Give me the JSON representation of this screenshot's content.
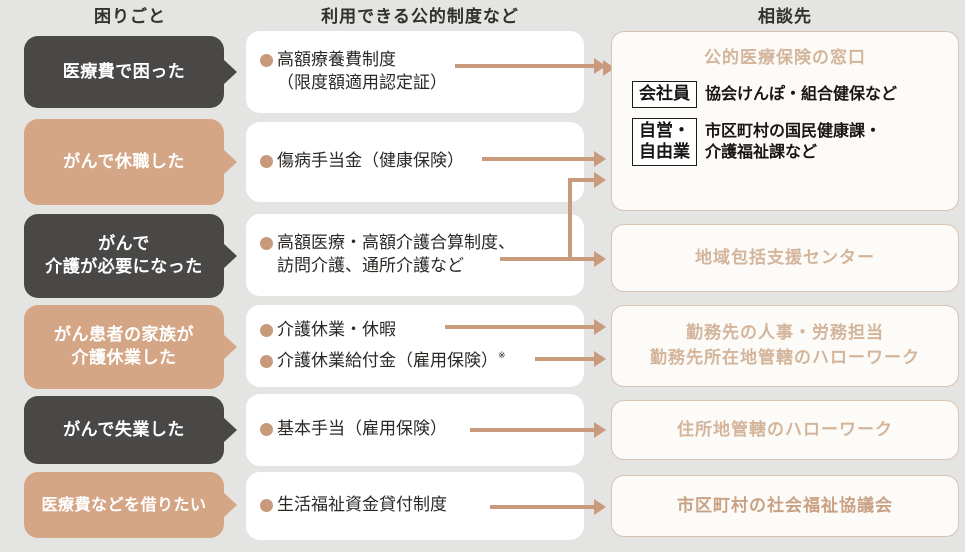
{
  "headers": {
    "trouble": "困りごと",
    "system": "利用できる公的制度など",
    "contact": "相談先"
  },
  "colors": {
    "background": "#e4e4e3",
    "pill_dark": "#4a4846",
    "pill_tan": "#d5a686",
    "card_white": "#ffffff",
    "dest_bg": "#fdfbf8",
    "dest_border": "#d9c4b3",
    "dest_text": "#d3b59c",
    "arrow": "#c99a7c",
    "bullet_dot": "#c79a7b"
  },
  "rows": [
    {
      "trouble": "医療費で困った",
      "trouble_style": "dark",
      "systems": [
        "高額療養費制度\n（限度額適用認定証）"
      ],
      "destination": {
        "title": "公的医療保険の窓口",
        "sub_rows": [
          {
            "tag": "会社員",
            "desc": "協会けんぽ・組合健保など"
          },
          {
            "tag": "自営・\n自由業",
            "desc": "市区町村の国民健康課・\n介護福祉課など"
          }
        ]
      }
    },
    {
      "trouble": "がんで休職した",
      "trouble_style": "tan",
      "systems": [
        "傷病手当金（健康保険）"
      ],
      "destination": null
    },
    {
      "trouble": "がんで\n介護が必要になった",
      "trouble_style": "dark",
      "systems": [
        "高額医療・高額介護合算制度、\n訪問介護、通所介護など"
      ],
      "destination": {
        "title": "地域包括支援センター",
        "sub_rows": []
      }
    },
    {
      "trouble": "がん患者の家族が\n介護休業した",
      "trouble_style": "tan",
      "systems": [
        "介護休業・休暇",
        "介護休業給付金（雇用保険）"
      ],
      "system_note_mark": "※",
      "destination": {
        "title": "勤務先の人事・労務担当\n勤務先所在地管轄のハローワーク",
        "sub_rows": []
      }
    },
    {
      "trouble": "がんで失業した",
      "trouble_style": "dark",
      "systems": [
        "基本手当（雇用保険）"
      ],
      "destination": {
        "title": "住所地管轄のハローワーク",
        "sub_rows": []
      }
    },
    {
      "trouble": "医療費などを借りたい",
      "trouble_style": "tan",
      "systems": [
        "生活福祉資金貸付制度"
      ],
      "destination": {
        "title": "市区町村の社会福祉協議会",
        "sub_rows": []
      }
    }
  ]
}
